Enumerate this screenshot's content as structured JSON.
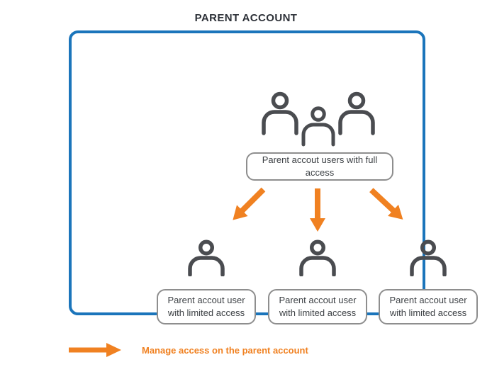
{
  "title": "PARENT ACCOUNT",
  "parent_box": {
    "full_access_group": {
      "icon": "users-group-icon",
      "label": "Parent accout users with full access"
    },
    "limited_access_users": [
      {
        "icon": "user-icon",
        "line1": "Parent accout user",
        "line2": "with limited access"
      },
      {
        "icon": "user-icon",
        "line1": "Parent accout user",
        "line2": "with limited access"
      },
      {
        "icon": "user-icon",
        "line1": "Parent accout user",
        "line2": "with limited access"
      }
    ],
    "arrows": [
      "down-left-arrow-icon",
      "down-arrow-icon",
      "down-right-arrow-icon"
    ]
  },
  "legend": {
    "icon": "right-arrow-icon",
    "text": "Manage access on the parent account"
  },
  "colors": {
    "box_border_blue": "#1b75bb",
    "arrow_orange": "#f08121",
    "icon_gray": "#4a4c50",
    "pill_border_gray": "#8e8e8e",
    "label_text": "#3d4145",
    "title_text": "#2d3138"
  }
}
